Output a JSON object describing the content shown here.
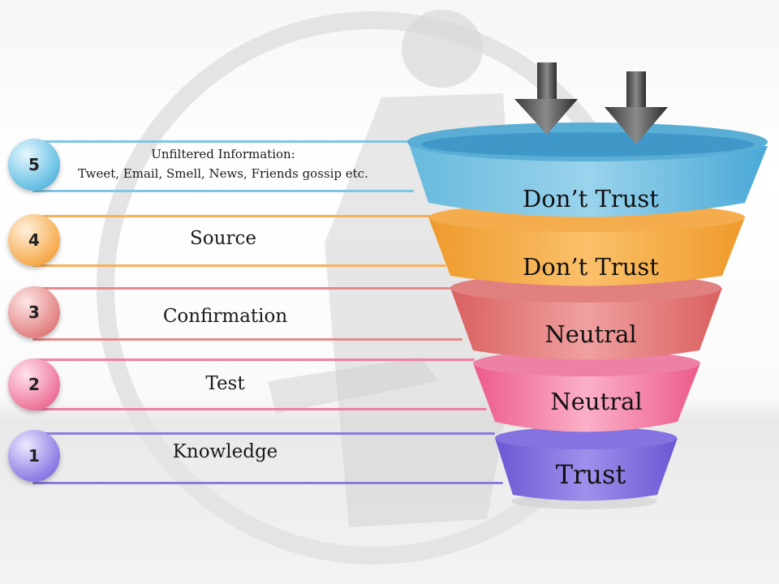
{
  "levels": [
    {
      "number": "5",
      "label_line1": "Unfiltered Information:",
      "label_line2": "Tweet, Email, Smell, News, Friends gossip etc.",
      "funnel_text": "Don’t Trust",
      "color": "#5bb7de"
    },
    {
      "number": "4",
      "label": "Source",
      "funnel_text": "Don’t Trust",
      "color": "#f6a03a"
    },
    {
      "number": "3",
      "label": "Confirmation",
      "funnel_text": "Neutral",
      "color": "#e06b6b"
    },
    {
      "number": "2",
      "label": "Test",
      "funnel_text": "Neutral",
      "color": "#f0658f"
    },
    {
      "number": "1",
      "label": "Knowledge",
      "funnel_text": "Trust",
      "color": "#7561d6"
    }
  ],
  "icons": [
    "down-arrow-icon",
    "down-arrow-icon"
  ]
}
